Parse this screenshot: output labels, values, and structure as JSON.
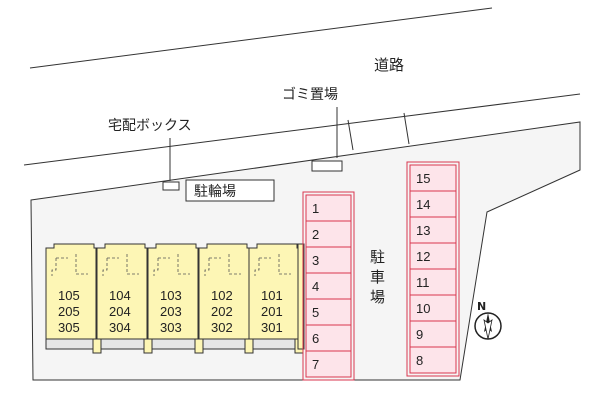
{
  "labels": {
    "road": "道路",
    "garbage": "ゴミ置場",
    "delivery_box": "宅配ボックス",
    "bicycle_parking": "駐輪場",
    "parking_chars": [
      "駐",
      "車",
      "場"
    ],
    "north": "N"
  },
  "parking_left": [
    "1",
    "2",
    "3",
    "4",
    "5",
    "6",
    "7"
  ],
  "parking_right": [
    "15",
    "14",
    "13",
    "12",
    "11",
    "10",
    "9",
    "8"
  ],
  "units": [
    [
      "105",
      "205",
      "305"
    ],
    [
      "104",
      "204",
      "304"
    ],
    [
      "103",
      "203",
      "303"
    ],
    [
      "102",
      "202",
      "302"
    ],
    [
      "101",
      "201",
      "301"
    ]
  ],
  "colors": {
    "building_fill": "#fdf6b5",
    "parking_stroke": "#d9364f",
    "parking_fill": "#fde4ea",
    "lot_fill": "#f5f5f5"
  }
}
